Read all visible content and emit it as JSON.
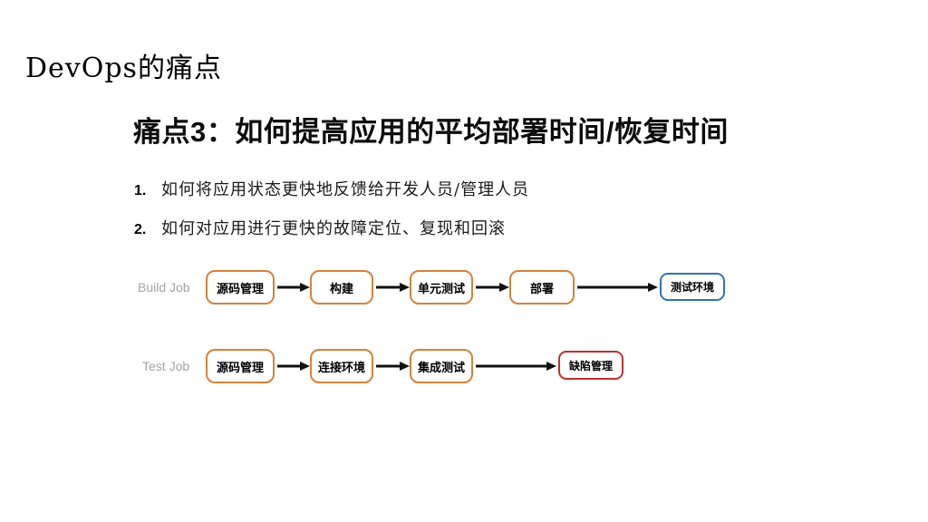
{
  "slide": {
    "title": "DevOps的痛点",
    "heading": "痛点3：如何提高应用的平均部署时间/恢复时间",
    "list": [
      {
        "number": "1.",
        "text": "如何将应用状态更快地反馈给开发人员/管理人员"
      },
      {
        "number": "2.",
        "text": "如何对应用进行更快的故障定位、复现和回滚"
      }
    ]
  },
  "diagram": {
    "rows": [
      {
        "label": "Build Job",
        "nodes": [
          {
            "label": "源码管理",
            "type": "process"
          },
          {
            "label": "构建",
            "type": "process"
          },
          {
            "label": "单元测试",
            "type": "process"
          },
          {
            "label": "部署",
            "type": "process"
          },
          {
            "label": "测试环境",
            "type": "environment"
          }
        ]
      },
      {
        "label": "Test Job",
        "nodes": [
          {
            "label": "源码管理",
            "type": "process"
          },
          {
            "label": "连接环境",
            "type": "process"
          },
          {
            "label": "集成测试",
            "type": "process"
          },
          {
            "label": "缺陷管理",
            "type": "defect"
          }
        ]
      }
    ]
  },
  "colors": {
    "process_border": "#d5823c",
    "environment_border": "#2e74b5",
    "defect_border": "#c0302d",
    "row_label": "#a3a3a3",
    "arrow": "#111111",
    "text": "#000000",
    "background": "#ffffff"
  }
}
